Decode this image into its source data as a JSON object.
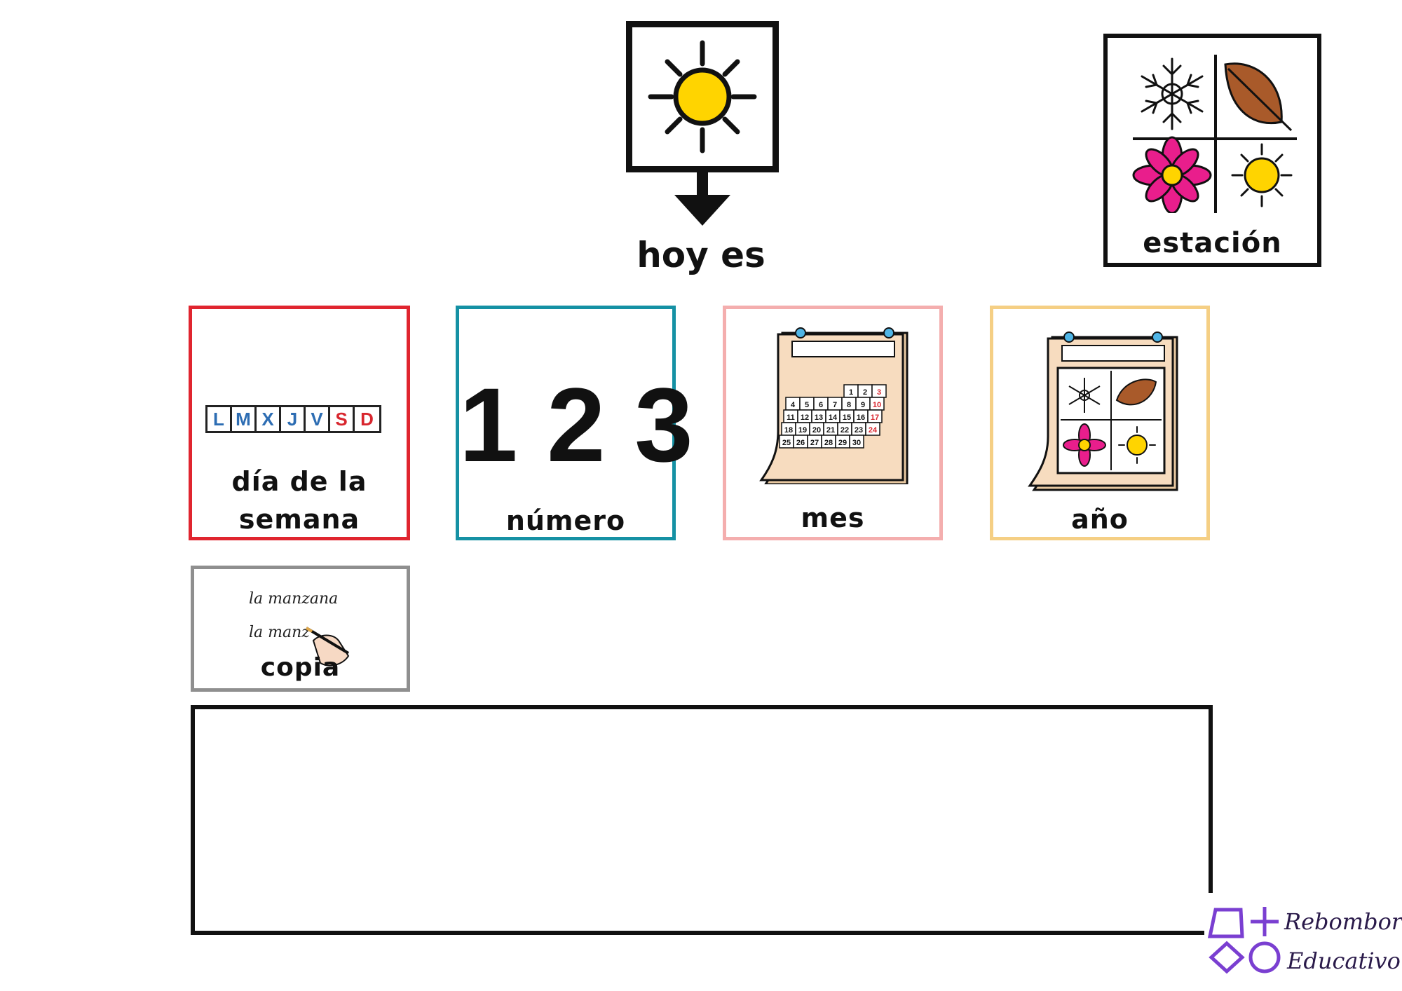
{
  "header": {
    "today_label": "hoy es"
  },
  "season_card": {
    "label": "estación"
  },
  "cards": {
    "weekday": {
      "label_line1": "día de la",
      "label_line2": "semana",
      "days": [
        "L",
        "M",
        "X",
        "J",
        "V",
        "S",
        "D"
      ],
      "border_color": "#e0252f"
    },
    "number": {
      "label": "número",
      "digits": "1 2 3",
      "border_color": "#1591a4"
    },
    "month": {
      "label": "mes",
      "border_color": "#f4aeae",
      "calendar_rows": [
        [
          "",
          "",
          "",
          "",
          "1",
          "2",
          "3"
        ],
        [
          "4",
          "5",
          "6",
          "7",
          "8",
          "9",
          "10"
        ],
        [
          "11",
          "12",
          "13",
          "14",
          "15",
          "16",
          "17"
        ],
        [
          "18",
          "19",
          "20",
          "21",
          "22",
          "23",
          "24"
        ],
        [
          "25",
          "26",
          "27",
          "28",
          "29",
          "30",
          ""
        ]
      ]
    },
    "year": {
      "label": "año",
      "border_color": "#f5cf84"
    },
    "copy": {
      "label": "copia",
      "line1": "la manzana",
      "line2": "la manz",
      "border_color": "#8f8f8f"
    }
  },
  "branding": {
    "line1": "Rebombori",
    "line2": "Educativo",
    "color": "#7a3fd1"
  },
  "icons": [
    "sun-icon",
    "arrow-down-icon",
    "snowflake-icon",
    "leaf-icon",
    "flower-icon",
    "calendar-icon",
    "pencil-hand-icon"
  ]
}
